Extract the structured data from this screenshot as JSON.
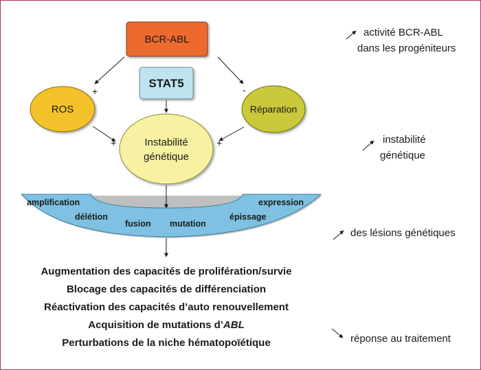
{
  "colors": {
    "bcr_abl_fill": "#ec6b2d",
    "stat5_fill": "#bfe3f0",
    "ros_fill": "#f3c22b",
    "reparation_fill": "#c9c93a",
    "instabilite_fill": "#f6f2a2",
    "band_fill": "#7fc1e2",
    "border": "#b0306a"
  },
  "nodes": {
    "bcr_abl": "BCR-ABL",
    "stat5": "STAT5",
    "ros": "ROS",
    "reparation": "Réparation",
    "instabilite": [
      "Instabilité",
      "génétique"
    ]
  },
  "signs": {
    "ros_in": "+",
    "reparation_in": "-",
    "ros_to_instab": "+",
    "rep_to_instab": "+"
  },
  "band_labels": {
    "amplification": "amplification",
    "deletion": "délétion",
    "fusion": "fusion",
    "mutation": "mutation",
    "expression": "expression",
    "epissage": "épissage"
  },
  "consequences": [
    "Augmentation des capacités de prolifération/survie",
    "Blocage des capacités de différenciation",
    "Réactivation des capacités d’auto renouvellement",
    "Perturbations de la niche hématopoïétique"
  ],
  "consequence_abl": {
    "prefix": "Acquisition de mutations d’",
    "italic": "ABL"
  },
  "side_notes": {
    "bcr_activity": [
      "activité BCR-ABL",
      "dans les progéniteurs"
    ],
    "instability": [
      "instabilité",
      "génétique"
    ],
    "lesions": "des lésions génétiques",
    "response": "réponse au traitement"
  }
}
